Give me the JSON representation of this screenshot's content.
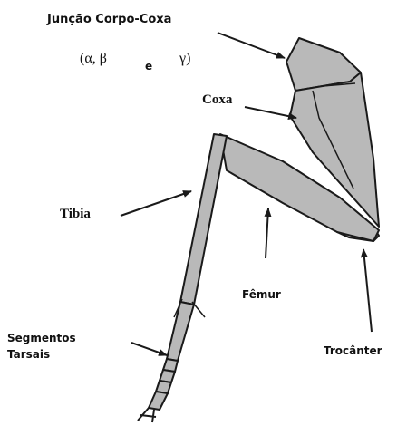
{
  "labels": {
    "juncao": "Junção Corpo-Coxa",
    "angles": "(α, β",
    "angle_e": "e",
    "angle_gamma": "γ)",
    "coxa": "Coxa",
    "tibia": "Tibia",
    "femur": "Fêmur",
    "segmentos_line1": "Segmentos",
    "segmentos_line2": "Tarsais",
    "trocanter": "Trocânter"
  },
  "colors": {
    "segment_fill": "#b9b9b9",
    "outline": "#1a1a1a",
    "background": "#ffffff"
  }
}
